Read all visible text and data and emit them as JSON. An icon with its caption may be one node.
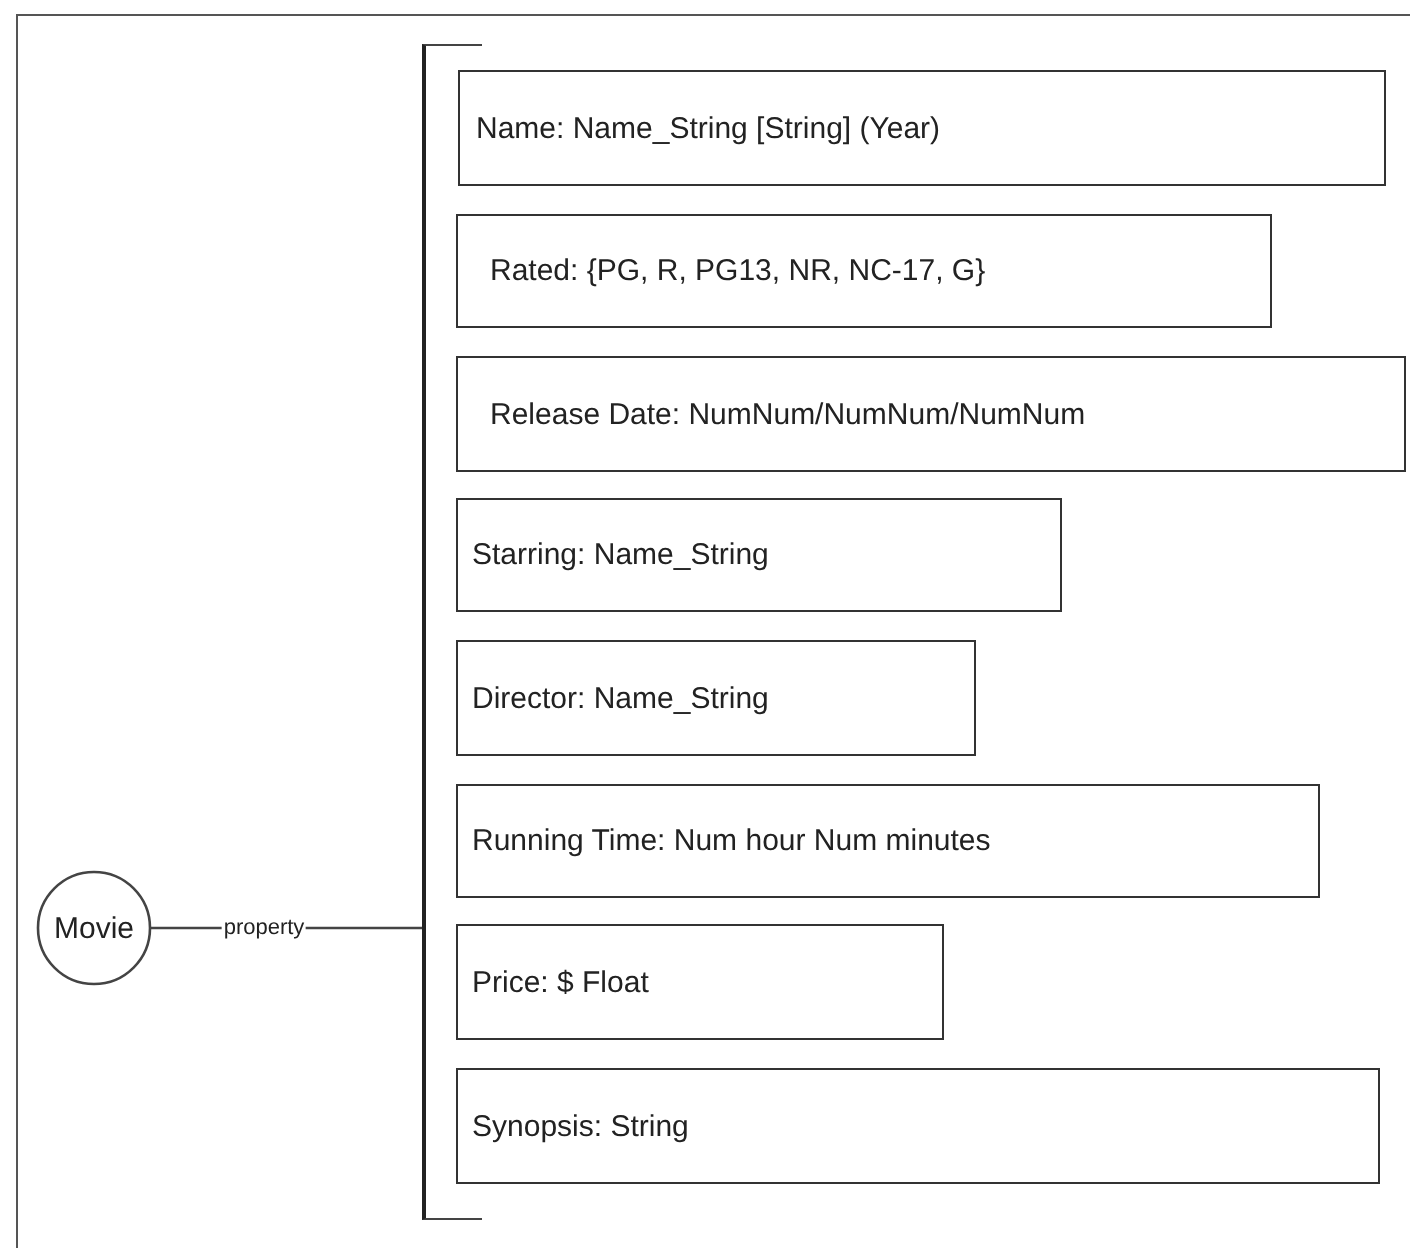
{
  "diagram": {
    "nodes": [
      {
        "text": [
          "Movie"
        ]
      },
      {
        "text": [],
        "shape": "bracket"
      },
      {
        "text": [
          "Name: Name_String [String] (Year)"
        ]
      },
      {
        "text": [
          "Rated: {PG, R, PG13, NR, NC-17, G}"
        ]
      },
      {
        "text": [
          "Release Date: NumNum/NumNum/NumNum"
        ]
      },
      {
        "text": [
          "Starring: Name_String"
        ]
      },
      {
        "text": [
          "Director: Name_String"
        ]
      },
      {
        "text": [
          "Running Time: Num hour Num minutes"
        ]
      },
      {
        "text": [
          "Price: $ Float"
        ]
      },
      {
        "text": [
          "Synopsis: String"
        ]
      }
    ],
    "edges": [
      {
        "from": 0,
        "to": 1,
        "arrow": "none",
        "label": "property"
      }
    ]
  }
}
